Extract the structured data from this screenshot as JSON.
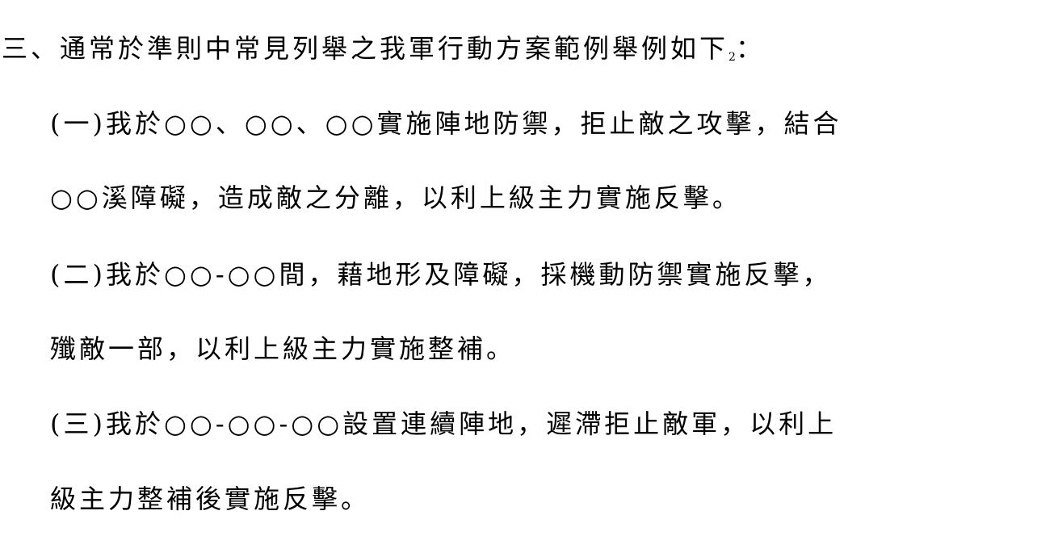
{
  "heading": {
    "text": "三、通常於準則中常見列舉之我軍行動方案範例舉例如下",
    "footnote": "2",
    "colon": "："
  },
  "items": [
    {
      "line1": "(一)我於○○、○○、○○實施陣地防禦，拒止敵之攻擊，結合",
      "line2": "○○溪障礙，造成敵之分離，以利上級主力實施反擊。"
    },
    {
      "line1": "(二)我於○○-○○間，藉地形及障礙，採機動防禦實施反擊，",
      "line2": "殲敵一部，以利上級主力實施整補。"
    },
    {
      "line1": "(三)我於○○-○○-○○設置連續陣地，遲滯拒止敵軍，以利上",
      "line2": "級主力整補後實施反擊。"
    }
  ]
}
